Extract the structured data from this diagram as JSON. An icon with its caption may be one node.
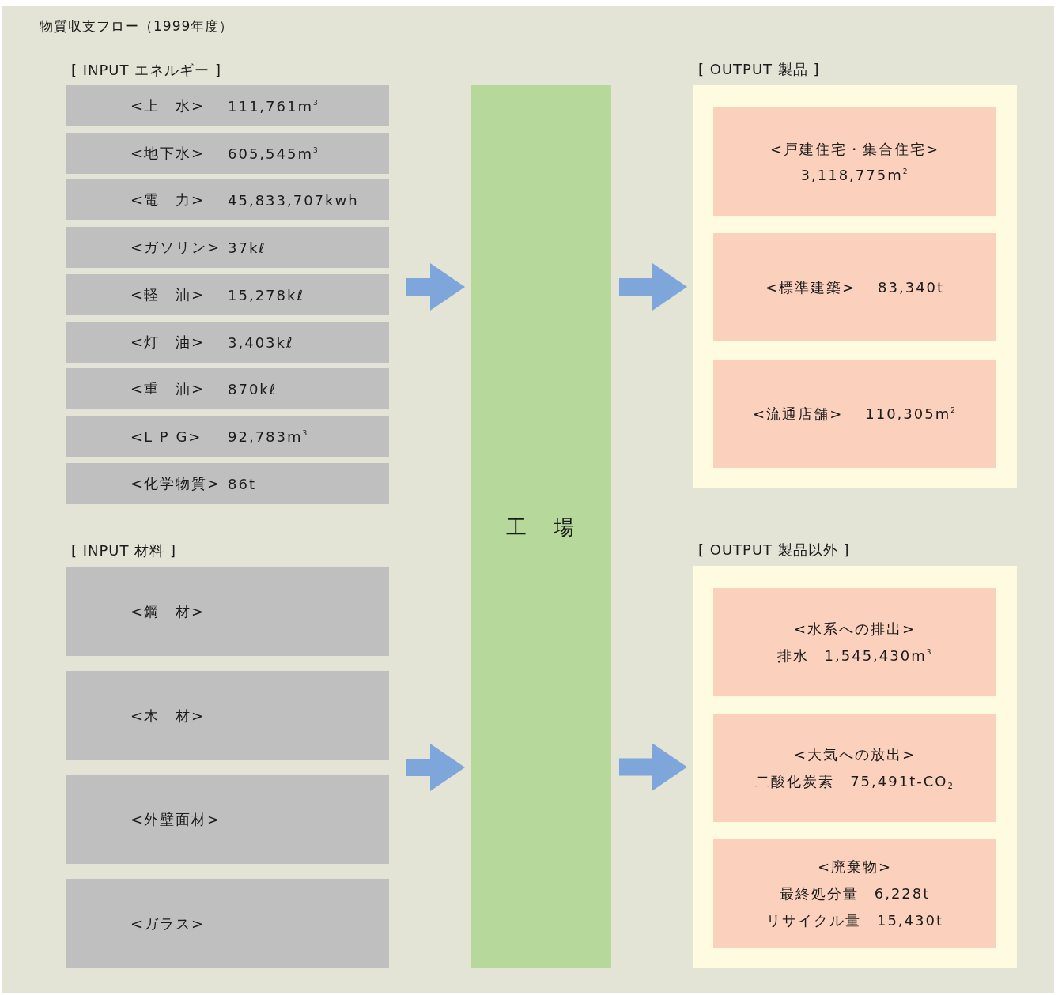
{
  "diagram": {
    "title": "物質収支フロー（1999年度）",
    "nodes": [
      {
        "text": [
          "<上　水>",
          "111,761m$^{3}$"
        ]
      },
      {
        "text": [
          "<地下水>",
          "605,545m$^{3}$"
        ]
      },
      {
        "text": [
          "<電　力>",
          "45,833,707kwh"
        ]
      },
      {
        "text": [
          "<ガソリン>",
          "37kℓ"
        ]
      },
      {
        "text": [
          "<軽　油>",
          "15,278kℓ"
        ]
      },
      {
        "text": [
          "<灯　油>",
          "3,403kℓ"
        ]
      },
      {
        "text": [
          "<重　油>",
          "870kℓ"
        ]
      },
      {
        "text": [
          "<L P G>",
          "92,783m$^{3}$"
        ]
      },
      {
        "text": [
          "<化学物質>",
          "86t"
        ]
      },
      {
        "text": [
          "<鋼　材>"
        ]
      },
      {
        "text": [
          "<木　材>"
        ]
      },
      {
        "text": [
          "<外壁面材>"
        ]
      },
      {
        "text": [
          "<ガラス>"
        ]
      },
      {
        "text": [
          "工　場"
        ]
      },
      {
        "text": [
          "[ OUTPUT 製品 ]"
        ]
      },
      {
        "text": [
          "<戸建住宅・集合住宅>",
          "3,118,775m$^{2}$"
        ],
        "in": 14
      },
      {
        "text": [
          "<標準建築>",
          "83,340t"
        ],
        "in": 14
      },
      {
        "text": [
          "<流通店舗>",
          "110,305m$^{2}$"
        ],
        "in": 14
      },
      {
        "text": [
          "[ OUTPUT 製品以外 ]"
        ]
      },
      {
        "text": [
          "<水系への排出>",
          "排水　1,545,430m$^{3}$"
        ],
        "in": 18
      },
      {
        "text": [
          "<大気への放出>",
          "二酸化炭素　75,491t-CO$_{2}$"
        ],
        "in": 18
      },
      {
        "text": [
          "<廃棄物>",
          "最終処分量　6,228t",
          "リサイクル量　15,430t"
        ],
        "in": 18
      }
    ],
    "edges": [
      {
        "from": null,
        "to": 13,
        "arrow": "to"
      },
      {
        "from": null,
        "to": 13,
        "arrow": "to"
      },
      {
        "from": 13,
        "to": 14,
        "arrow": "to"
      },
      {
        "from": 13,
        "to": 18,
        "arrow": "to"
      }
    ],
    "labels": [
      "[ INPUT エネルギー ]",
      "[ INPUT 材料 ]"
    ]
  }
}
